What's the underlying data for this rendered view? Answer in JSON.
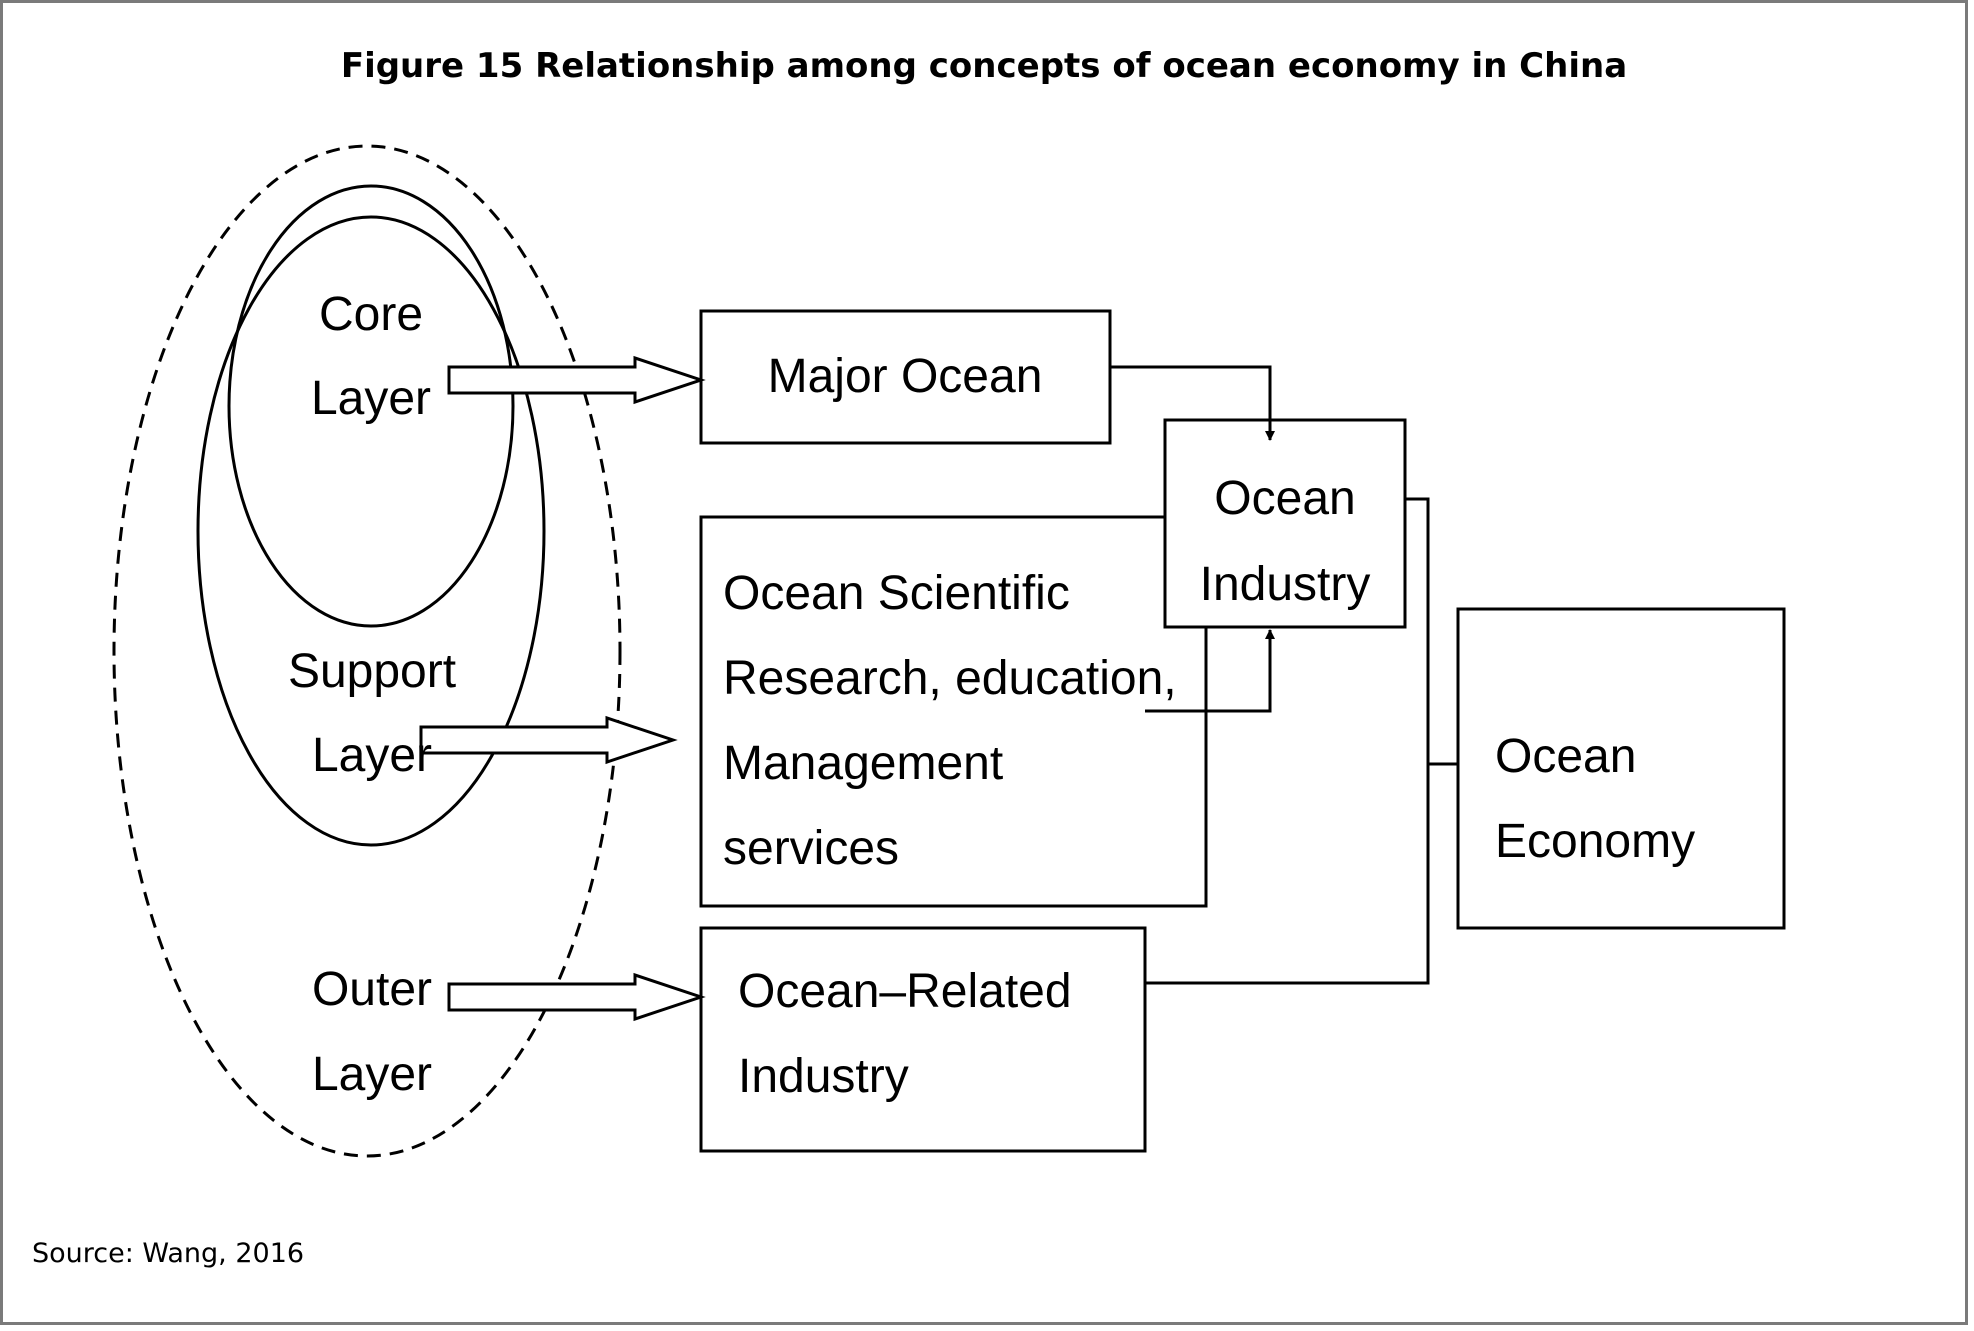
{
  "figure": {
    "title": "Figure 15 Relationship among concepts of ocean economy in China",
    "source": "Source: Wang, 2016"
  },
  "layers": {
    "core": [
      "Core",
      "Layer"
    ],
    "support": [
      "Support",
      "Layer"
    ],
    "outer": [
      "Outer",
      "Layer"
    ]
  },
  "boxes": {
    "major_ocean": [
      "Major Ocean"
    ],
    "ocean_scientific": [
      "Ocean Scientific",
      "Research, education,",
      "Management",
      "services"
    ],
    "ocean_related": [
      "Ocean–Related",
      "Industry"
    ],
    "ocean_industry": [
      "Ocean",
      "Industry"
    ],
    "ocean_economy": [
      "Ocean",
      "Economy"
    ]
  }
}
